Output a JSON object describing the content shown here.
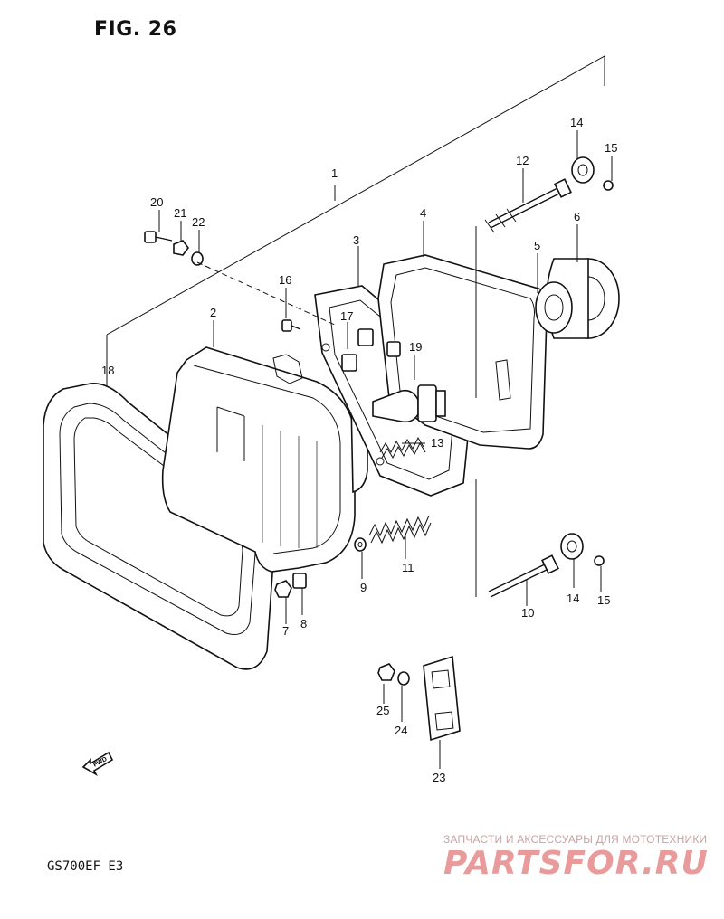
{
  "figure": {
    "title": "FIG. 26",
    "model": "GS700EF  E3"
  },
  "watermark": {
    "subtitle": "ЗАПЧАСТИ И АКСЕССУАРЫ ДЛЯ МОТОТЕХНИКИ",
    "brand": "PARTSFOR.RU"
  },
  "callouts": {
    "c1": "1",
    "c2": "2",
    "c3": "3",
    "c4": "4",
    "c5": "5",
    "c6": "6",
    "c7": "7",
    "c8": "8",
    "c9": "9",
    "c10": "10",
    "c11": "11",
    "c12": "12",
    "c13": "13",
    "c14a": "14",
    "c14b": "14",
    "c15a": "15",
    "c15b": "15",
    "c16": "16",
    "c17": "17",
    "c18": "18",
    "c19": "19",
    "c20": "20",
    "c21": "21",
    "c22": "22",
    "c23": "23",
    "c24": "24",
    "c25": "25"
  },
  "fwd_label": "FWD"
}
